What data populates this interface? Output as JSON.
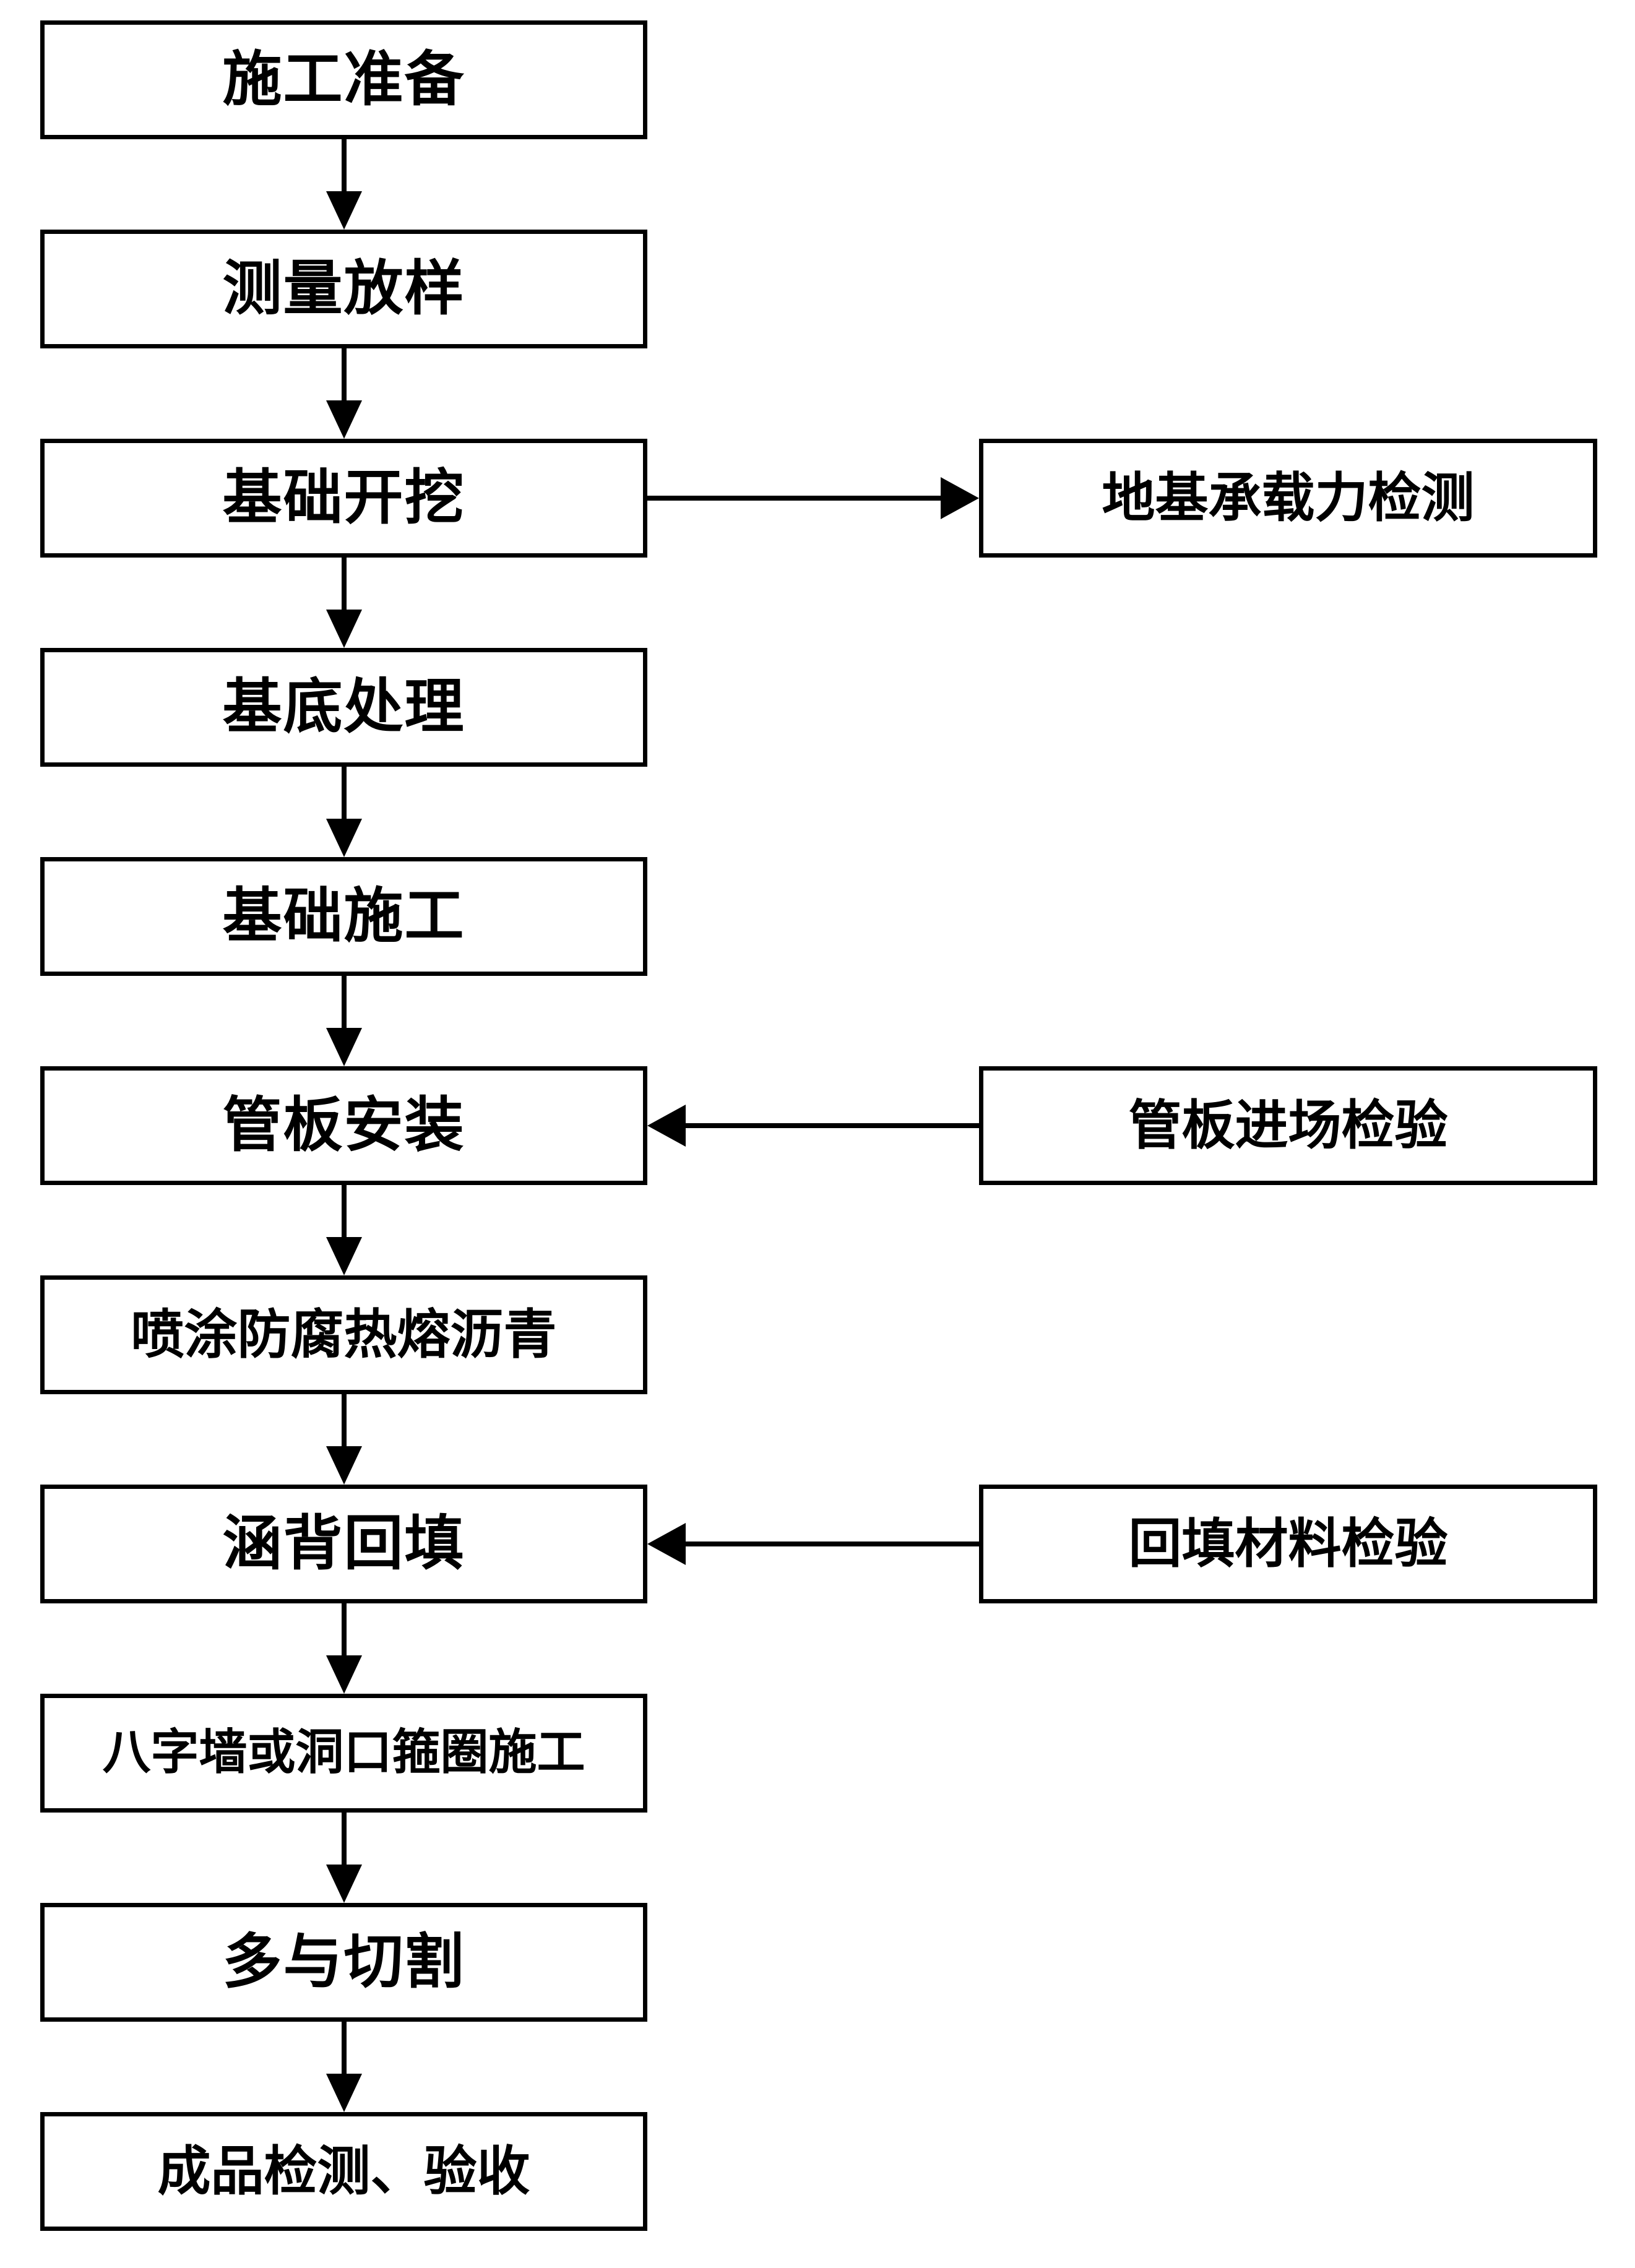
{
  "diagram": {
    "type": "flowchart",
    "orientation": "vertical-main-with-side-branches",
    "colors": {
      "background": "#ffffff",
      "box_border": "#000000",
      "box_fill": "#ffffff",
      "text": "#000000",
      "arrow": "#000000"
    },
    "main_flow": [
      {
        "id": "n1",
        "label": "施工准备"
      },
      {
        "id": "n2",
        "label": "测量放样"
      },
      {
        "id": "n3",
        "label": "基础开挖"
      },
      {
        "id": "n4",
        "label": "基底处理"
      },
      {
        "id": "n5",
        "label": "基础施工"
      },
      {
        "id": "n6",
        "label": "管板安装"
      },
      {
        "id": "n7",
        "label": "喷涂防腐热熔沥青"
      },
      {
        "id": "n8",
        "label": "涵背回填"
      },
      {
        "id": "n9",
        "label": "八字墙或洞口箍圈施工"
      },
      {
        "id": "n10",
        "label": "多与切割"
      },
      {
        "id": "n11",
        "label": "成品检测、验收"
      }
    ],
    "side_nodes": [
      {
        "id": "s1",
        "label": "地基承载力检测",
        "row": 3,
        "direction": "from-main-to-side"
      },
      {
        "id": "s2",
        "label": "管板进场检验",
        "row": 6,
        "direction": "from-side-to-main"
      },
      {
        "id": "s3",
        "label": "回填材料检验",
        "row": 8,
        "direction": "from-side-to-main"
      }
    ],
    "connector_count": {
      "vertical_arrows": 10,
      "horizontal_arrows": 3
    }
  }
}
